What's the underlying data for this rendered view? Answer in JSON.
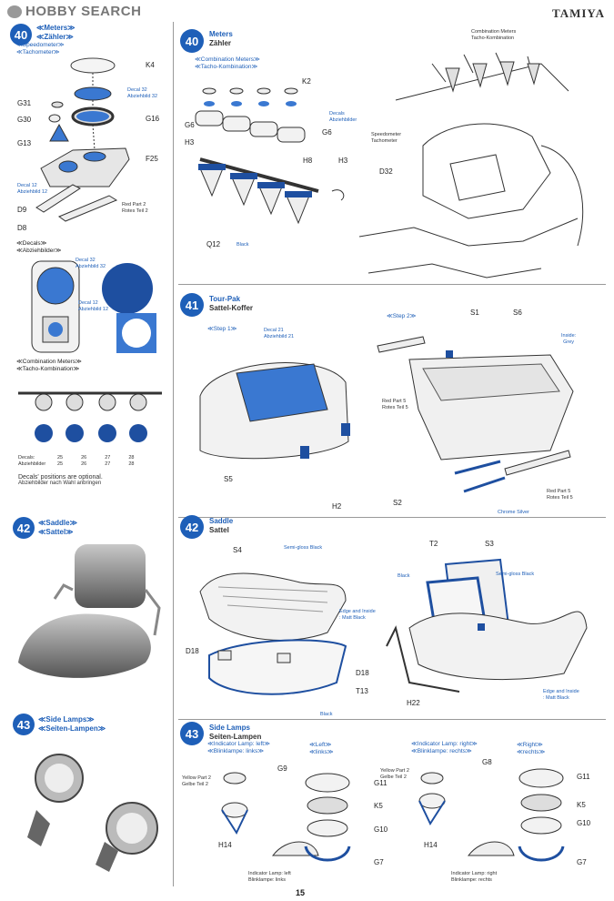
{
  "header": {
    "logo": "HOBBY SEARCH",
    "brand": "TAMIYA"
  },
  "page_number": "15",
  "left": {
    "step40": {
      "num": "40",
      "title1": "≪Meters≫",
      "title2": "≪Zähler≫",
      "sub1": "≪Speedometer≫",
      "sub2": "≪Tachometer≫",
      "parts": [
        "K4",
        "G31",
        "G30",
        "G16",
        "G13",
        "F25",
        "D9",
        "D8"
      ],
      "decal1": "Decal 32",
      "decal1de": "Abziehbild 32",
      "decal2": "Decal 12",
      "decal2de": "Abziehbild 12",
      "red_part": "Red Part 2",
      "red_part_de": "Rotes Teil 2"
    },
    "decals": {
      "title1": "≪Decals≫",
      "title2": "≪Abziehbilder≫",
      "d32": "Decal 32",
      "d32de": "Abziehbild 32",
      "d12": "Decal 12",
      "d12de": "Abziehbild 12"
    },
    "combo": {
      "title1": "≪Combination Meters≫",
      "title2": "≪Tacho-Kombination≫",
      "decals_label": "Decals:",
      "decals_label_de": "Abziehbilder",
      "row1": [
        "25",
        "26",
        "27",
        "28"
      ],
      "row2": [
        "25",
        "26",
        "27",
        "28"
      ],
      "note1": "Decals' positions are optional.",
      "note2": "Abziehbilder nach Wahl anbringen"
    },
    "step42": {
      "num": "42",
      "title1": "≪Saddle≫",
      "title2": "≪Sattel≫"
    },
    "step43": {
      "num": "43",
      "title1": "≪Side Lamps≫",
      "title2": "≪Seiten-Lampen≫"
    }
  },
  "right": {
    "step40": {
      "num": "40",
      "title1": "Meters",
      "title2": "Zähler",
      "combo1": "≪Combination Meters≫",
      "combo2": "≪Tacho-Kombination≫",
      "parts": [
        "K2",
        "G6",
        "H3",
        "G6",
        "H8",
        "H3",
        "Q12"
      ],
      "decals": "Decals",
      "decals_de": "Abziehbilder",
      "black": "Black",
      "cm_label": "Combination Meters",
      "cm_label_de": "Tacho-Kombination",
      "speedo": "Speedometer",
      "speedo_de": "Tachometer",
      "d32": "D32"
    },
    "step41": {
      "num": "41",
      "title1": "Tour-Pak",
      "title2": "Sattel-Koffer",
      "step1": "≪Step 1≫",
      "step2": "≪Step 2≫",
      "decal": "Decal 21",
      "decal_de": "Abziehbild 21",
      "parts": [
        "S5",
        "H2",
        "S1",
        "S6",
        "S2"
      ],
      "inside": "Inside:",
      "inside2": "Grey",
      "red5": "Red Part 5",
      "red5de": "Rotes Teil 5",
      "chrome": "Chrome Silver"
    },
    "step42": {
      "num": "42",
      "title1": "Saddle",
      "title2": "Sattel",
      "parts": [
        "S4",
        "D18",
        "D18",
        "T13",
        "T2",
        "S3",
        "H22"
      ],
      "semigloss": "Semi-gloss Black",
      "edge1": "Edge and Inside",
      "edge2": ": Matt Black",
      "black": "Black"
    },
    "step43": {
      "num": "43",
      "title1": "Side Lamps",
      "title2": "Seiten-Lampen",
      "ind_left": "≪Indicator Lamp: left≫",
      "ind_left_de": "≪Blinklampe: links≫",
      "left": "≪Left≫",
      "left_de": "≪links≫",
      "ind_right": "≪Indicator Lamp: right≫",
      "ind_right_de": "≪Blinklampe: rechts≫",
      "right": "≪Right≫",
      "right_de": "≪rechts≫",
      "yellow": "Yellow Part 2",
      "yellow_de": "Gelbe Teil 2",
      "parts": [
        "G9",
        "G11",
        "K5",
        "G10",
        "G7",
        "H14",
        "G8",
        "H14",
        "G11",
        "K5",
        "G10",
        "G7"
      ],
      "cap_left": "Indicator Lamp: left",
      "cap_left_de": "Blinklampe: links",
      "cap_right": "Indicator Lamp: right",
      "cap_right_de": "Blinklampe: rechts"
    }
  }
}
